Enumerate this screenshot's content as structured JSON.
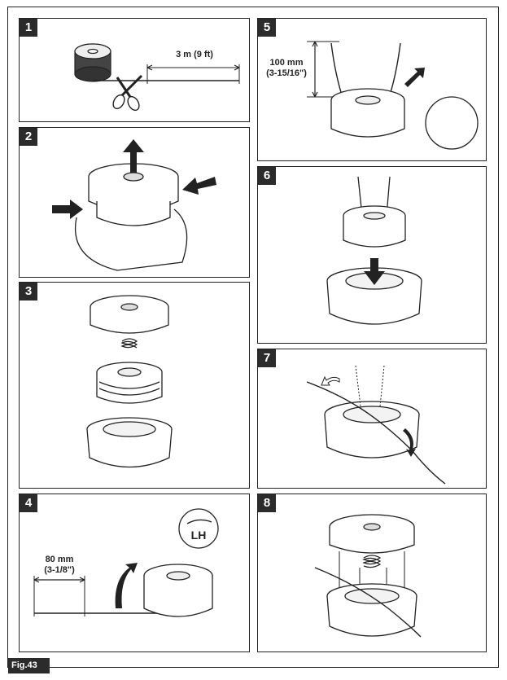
{
  "figure_label": "Fig.43",
  "steps": [
    {
      "number": "1",
      "measure": "3 m (9 ft)"
    },
    {
      "number": "2"
    },
    {
      "number": "3"
    },
    {
      "number": "4",
      "measure_line1": "80 mm",
      "measure_line2": "(3-1/8\")",
      "direction_mark": "LH"
    },
    {
      "number": "5",
      "measure_line1": "100 mm",
      "measure_line2": "(3-15/16\")"
    },
    {
      "number": "6"
    },
    {
      "number": "7"
    },
    {
      "number": "8"
    }
  ],
  "icons": [
    "line-spool-icon",
    "scissors-icon",
    "arrow-icon",
    "trimmer-head-icon",
    "spring-icon",
    "spool-icon",
    "base-housing-icon",
    "line-icon"
  ]
}
